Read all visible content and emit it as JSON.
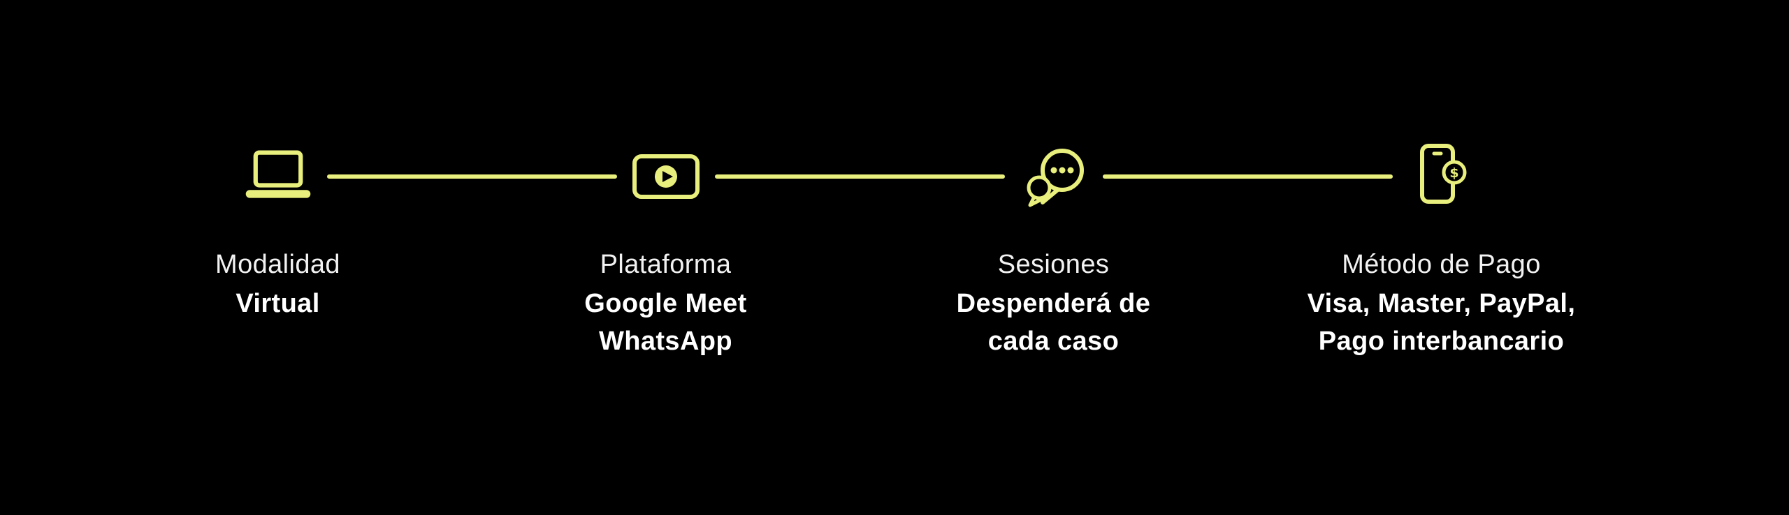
{
  "theme": {
    "background": "#000000",
    "accent": "#e9ef7c",
    "text": "#ffffff"
  },
  "steps": [
    {
      "icon": "laptop-icon",
      "title": "Modalidad",
      "lines": [
        "Virtual"
      ]
    },
    {
      "icon": "video-player-icon",
      "title": "Plataforma",
      "lines": [
        "Google Meet",
        "WhatsApp"
      ]
    },
    {
      "icon": "chat-bubbles-icon",
      "title": "Sesiones",
      "lines": [
        "Despenderá de",
        "cada caso"
      ]
    },
    {
      "icon": "mobile-payment-icon",
      "title": "Método de Pago",
      "lines": [
        "Visa, Master, PayPal,",
        "Pago interbancario"
      ]
    }
  ]
}
